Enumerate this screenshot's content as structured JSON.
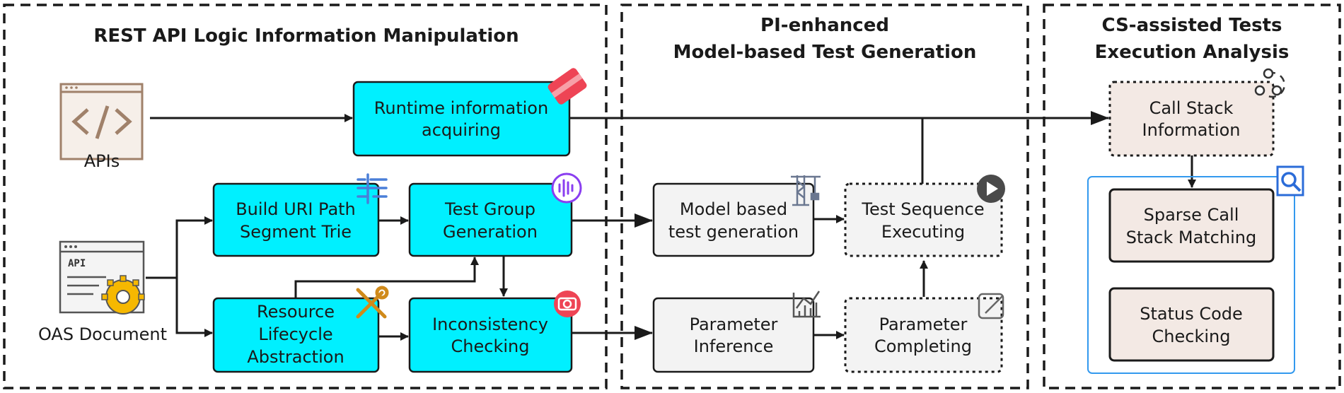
{
  "sections": [
    {
      "title": "REST API Logic Information Manipulation"
    },
    {
      "title_lines": [
        "PI-enhanced",
        "Model-based Test Generation"
      ]
    },
    {
      "title_lines": [
        "CS-assisted Tests",
        "Execution Analysis"
      ]
    }
  ],
  "inputs": {
    "apis": "APIs",
    "oas": "OAS Document",
    "oas_icon_text": "API"
  },
  "nodes": {
    "runtime": [
      "Runtime information",
      "acquiring"
    ],
    "uri_trie": [
      "Build URI Path",
      "Segment Trie"
    ],
    "test_group": [
      "Test Group",
      "Generation"
    ],
    "resource": [
      "Resource",
      "Lifecycle",
      "Abstraction"
    ],
    "inconsistency": [
      "Inconsistency",
      "Checking"
    ],
    "model_gen": [
      "Model based",
      "test generation"
    ],
    "seq_exec": [
      "Test Sequence",
      "Executing"
    ],
    "param_inf": [
      "Parameter",
      "Inference"
    ],
    "param_comp": [
      "Parameter",
      "Completing"
    ],
    "call_stack": [
      "Call Stack",
      "Information"
    ],
    "sparse": [
      "Sparse Call",
      "Stack Matching"
    ],
    "status": [
      "Status Code",
      "Checking"
    ]
  },
  "colors": {
    "cyan_box": "#00f0ff",
    "gray_box": "#f3f3f3",
    "pink_box": "#f3e9e4",
    "group_border": "#3399ee",
    "icon_blue": "#2b6cd8",
    "icon_red": "#ee4455",
    "icon_purple": "#8a3ef0"
  },
  "icons": [
    "code-icon",
    "eraser-icon",
    "list-icon",
    "audio-wave-icon",
    "tools-icon",
    "camera-search-icon",
    "crane-icon",
    "play-icon",
    "line-chart-icon",
    "edit-icon",
    "share-nodes-icon",
    "zoom-doc-icon",
    "gear-doc-icon"
  ]
}
